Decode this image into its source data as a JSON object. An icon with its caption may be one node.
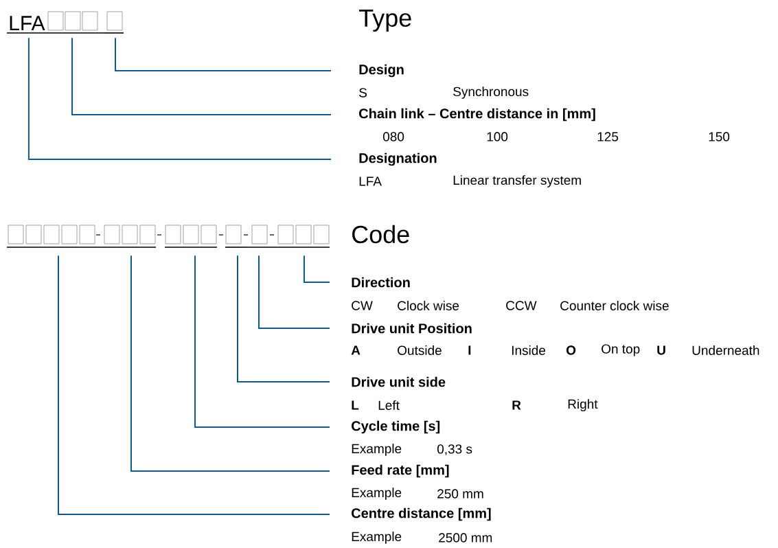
{
  "diagram": {
    "nodes": [
      {
        "text": [
          "LFA"
        ]
      },
      {
        "text": [],
        "shape": "box"
      },
      {
        "text": [],
        "shape": "box"
      },
      {
        "text": [
          "Design",
          "S",
          "Synchronous"
        ]
      },
      {
        "text": [
          "Chain link – Centre distance in [mm]",
          "080",
          "100",
          "125",
          "150"
        ]
      },
      {
        "text": [
          "Designation",
          "LFA",
          "Linear transfer system"
        ]
      },
      {
        "text": [],
        "shape": "box"
      },
      {
        "text": [],
        "shape": "box"
      },
      {
        "text": [],
        "shape": "box"
      },
      {
        "text": [],
        "shape": "box"
      },
      {
        "text": [],
        "shape": "box"
      },
      {
        "text": [],
        "shape": "box"
      },
      {
        "text": [
          "Direction",
          "CW",
          "Clock wise",
          "CCW",
          "Counter clock wise"
        ]
      },
      {
        "text": [
          "Drive unit Position",
          "A",
          "Outside",
          "I",
          "Inside",
          "O",
          "On top",
          "U",
          "Underneath"
        ]
      },
      {
        "text": [
          "Drive unit side",
          "L",
          "Left",
          "R",
          "Right"
        ]
      },
      {
        "text": [
          "Cycle time [s]",
          "Example",
          "0,33 s"
        ]
      },
      {
        "text": [
          "Feed rate [mm]",
          "Example",
          "250 mm"
        ]
      },
      {
        "text": [
          "Centre distance [mm]",
          "Example",
          "2500 mm"
        ]
      }
    ],
    "edges": [
      {
        "from": 2,
        "to": 3,
        "arrow": "none"
      },
      {
        "from": 1,
        "to": 4,
        "arrow": "none"
      },
      {
        "from": 0,
        "to": 5,
        "arrow": "none"
      },
      {
        "from": 11,
        "to": 12,
        "arrow": "none"
      },
      {
        "from": 10,
        "to": 13,
        "arrow": "none"
      },
      {
        "from": 9,
        "to": 14,
        "arrow": "none"
      },
      {
        "from": 8,
        "to": 15,
        "arrow": "none"
      },
      {
        "from": 7,
        "to": 16,
        "arrow": "none"
      },
      {
        "from": 6,
        "to": 17,
        "arrow": "none"
      }
    ],
    "labels": [
      "Type",
      "Code"
    ]
  }
}
